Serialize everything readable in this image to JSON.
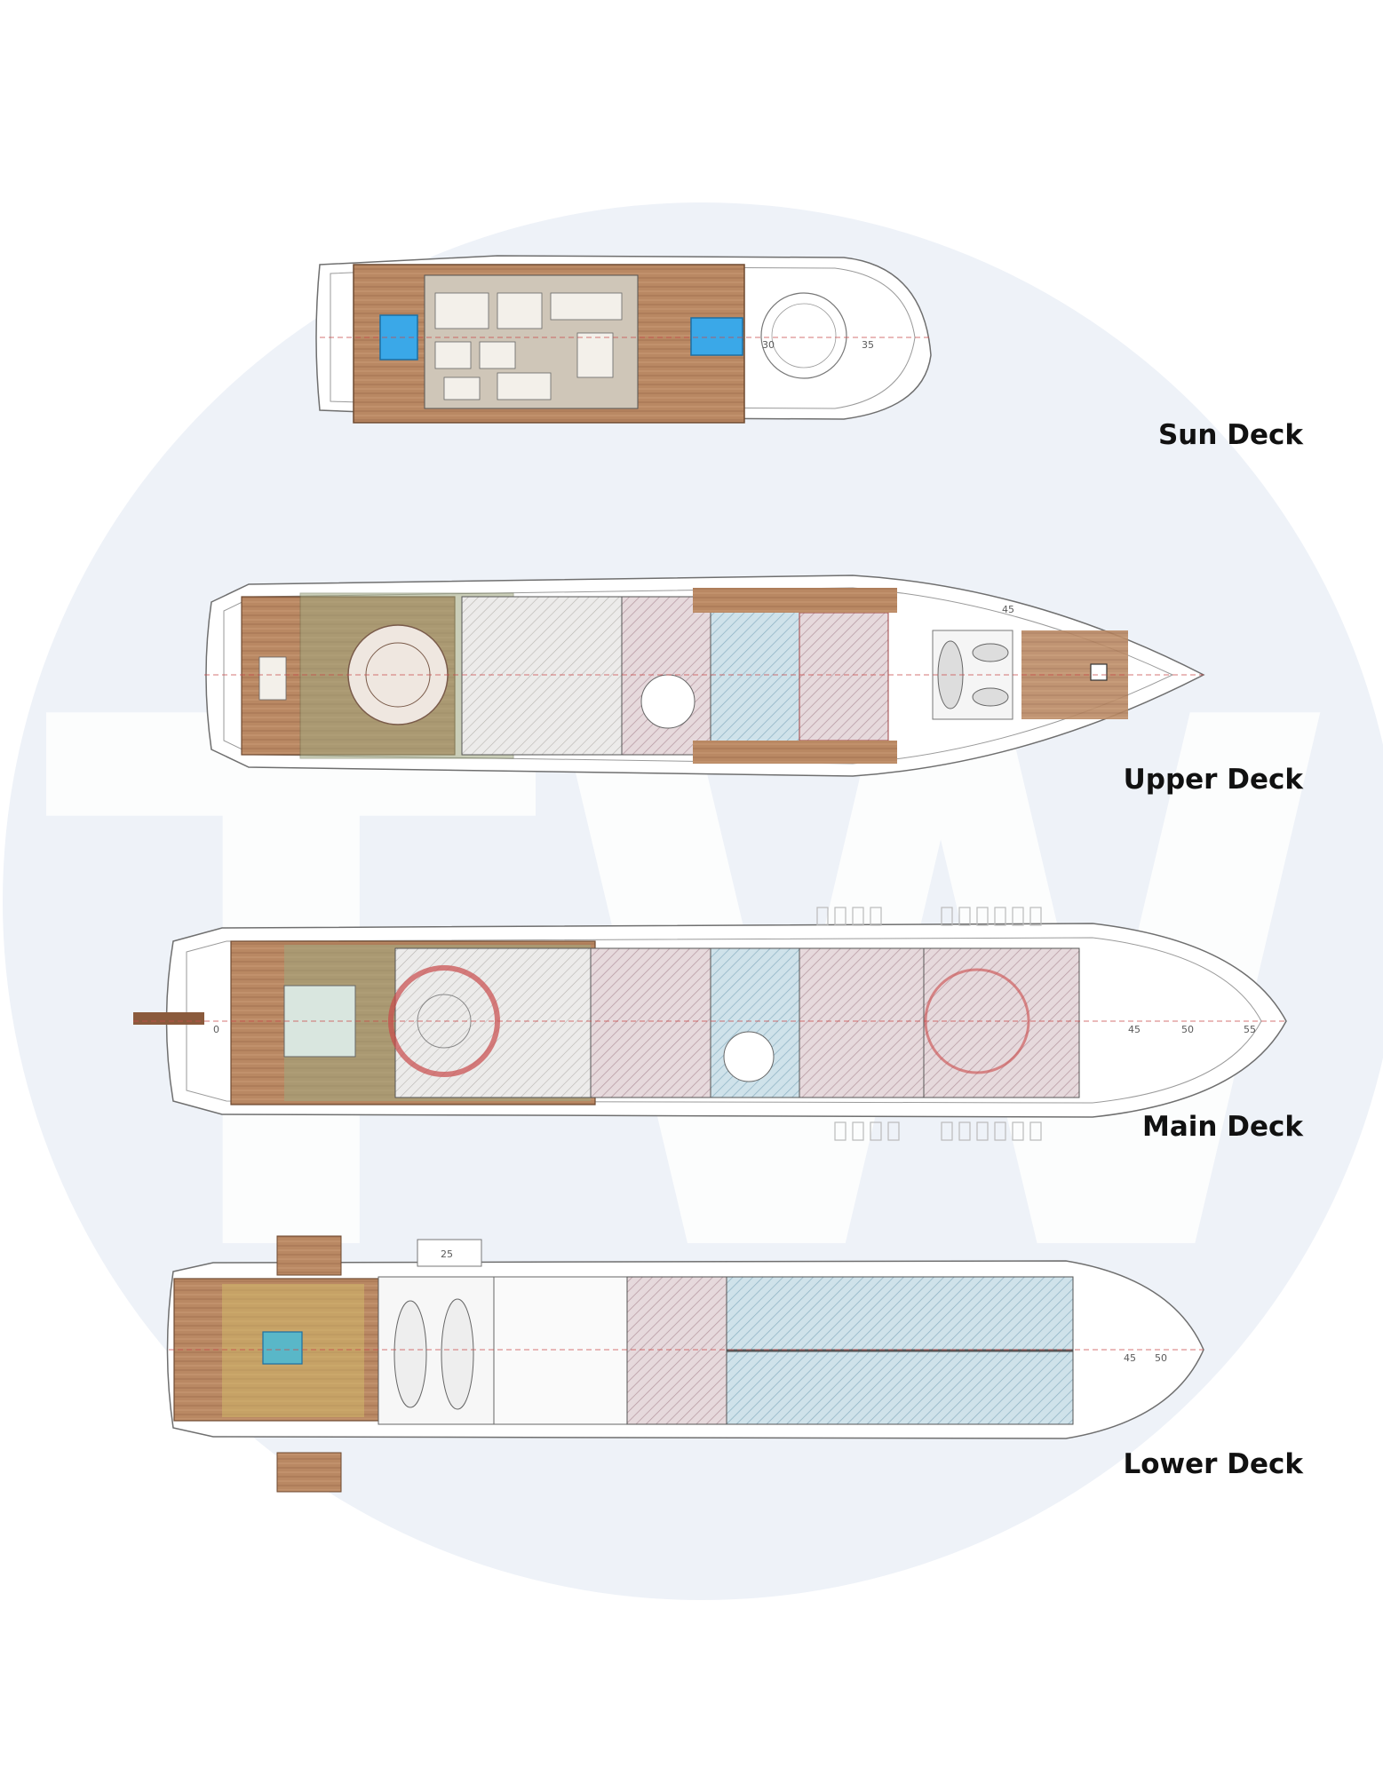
{
  "watermark": {
    "letters": "TW",
    "circle_color": "#eef2f8",
    "letter_color": "#ffffff"
  },
  "decks": [
    {
      "id": "sun",
      "label": "Sun Deck"
    },
    {
      "id": "upper",
      "label": "Upper Deck"
    },
    {
      "id": "main",
      "label": "Main Deck"
    },
    {
      "id": "lower",
      "label": "Lower Deck"
    }
  ],
  "frame_marks": {
    "sun": [
      "30",
      "35"
    ],
    "upper": [
      "45"
    ],
    "main": [
      "0",
      "45",
      "50",
      "55"
    ],
    "lower": [
      "25",
      "45",
      "50"
    ]
  },
  "colors": {
    "teak": "#b98863",
    "teak_dark": "#8a5a3c",
    "green_zone": "#9fa77f",
    "pink_zone": "#d9c3c8",
    "blue_zone": "#b8d3df",
    "pool": "#3aa8e8",
    "outline": "#6f6f6f",
    "red_accent": "#c94a4a"
  }
}
